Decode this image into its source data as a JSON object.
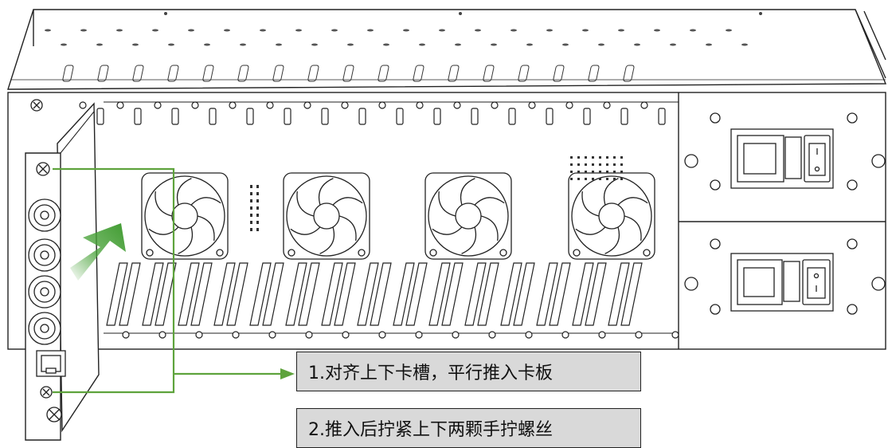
{
  "callouts": [
    {
      "text": "1.对齐上下卡槽，平行推入卡板"
    },
    {
      "text": "2.推入后拧紧上下两颗手拧螺丝"
    }
  ],
  "colors": {
    "highlight_line": "#5ea33c",
    "insert_arrow": "#4aa33a",
    "outline": "#222222",
    "callout_fill": "#d9d9d9"
  },
  "icons": [
    "chassis",
    "fan",
    "power-module",
    "rocker-switch",
    "bnc-connector",
    "rj45-port",
    "thumb-screw",
    "insert-arrow"
  ]
}
